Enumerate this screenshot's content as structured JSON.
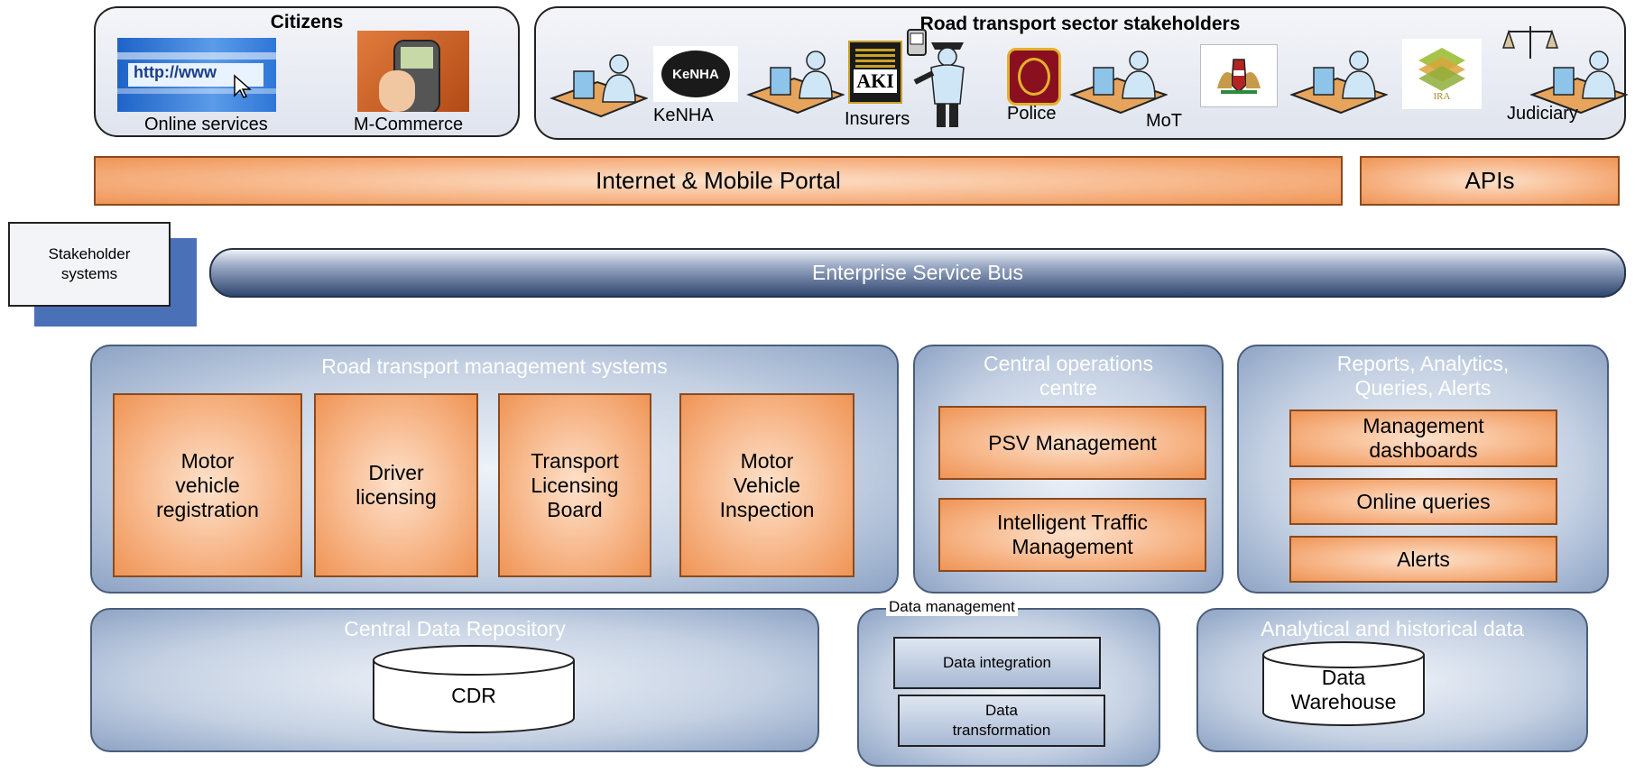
{
  "citizens": {
    "title": "Citizens",
    "online_label": "Online services",
    "online_url_text": "http://www",
    "mcommerce_label": "M-Commerce"
  },
  "stakeholders": {
    "title": "Road transport sector stakeholders",
    "kenha_logo": "KeNHA",
    "kenha_label": "KeNHA",
    "aki_logo": "AKI",
    "insurers_label": "Insurers",
    "police_label": "Police",
    "mot_label": "MoT",
    "ira_logo": "IRA",
    "judiciary_label": "Judiciary"
  },
  "portal": {
    "label": "Internet & Mobile Portal"
  },
  "apis": {
    "label": "APIs"
  },
  "stakeholder_systems": {
    "line1": "Stakeholder",
    "line2": "systems"
  },
  "esb": {
    "label": "Enterprise Service Bus"
  },
  "rtms": {
    "title": "Road transport management systems",
    "boxes": [
      {
        "l1": "Motor",
        "l2": "vehicle",
        "l3": "registration"
      },
      {
        "l1": "Driver",
        "l2": "licensing"
      },
      {
        "l1": "Transport",
        "l2": "Licensing",
        "l3": "Board"
      },
      {
        "l1": "Motor",
        "l2": "Vehicle",
        "l3": "Inspection"
      }
    ]
  },
  "coc": {
    "title1": "Central operations",
    "title2": "centre",
    "psv": "PSV Management",
    "itm1": "Intelligent Traffic",
    "itm2": "Management"
  },
  "reports": {
    "title1": "Reports, Analytics,",
    "title2": "Queries, Alerts",
    "dash1": "Management",
    "dash2": "dashboards",
    "queries": "Online queries",
    "alerts": "Alerts"
  },
  "cdr_panel": {
    "title": "Central Data Repository",
    "db": "CDR"
  },
  "data_mgmt": {
    "title": "Data management",
    "integration": "Data integration",
    "transform1": "Data",
    "transform2": "transformation"
  },
  "analytical": {
    "title": "Analytical and historical data",
    "db1": "Data",
    "db2": "Warehouse"
  }
}
